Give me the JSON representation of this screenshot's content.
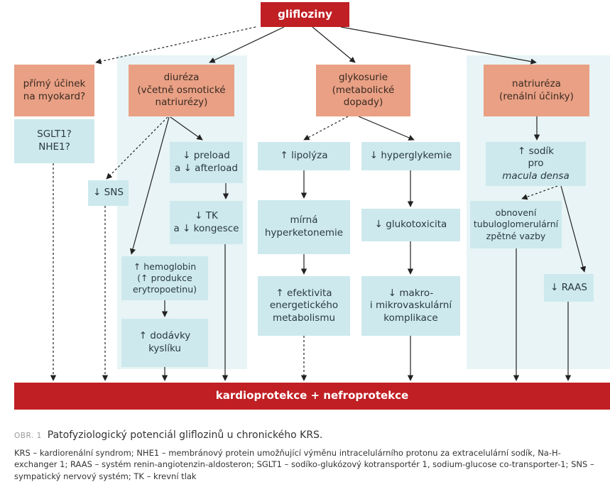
{
  "nodes": {
    "top": "glifloziny",
    "direct_1": "přímý účinek",
    "direct_2": "na myokard?",
    "sglt_1": "SGLT1?",
    "sglt_2": "NHE1?",
    "diur_1": "diuréza",
    "diur_2": "(včetně osmotické",
    "diur_3": "natriurézy)",
    "sns": "↓ SNS",
    "preload_1": "↓ preload",
    "preload_2": "a ↓ afterload",
    "tk_1": "↓ TK",
    "tk_2": "a ↓ kongesce",
    "hemo_1": "↑ hemoglobin",
    "hemo_2": "(↑ produkce",
    "hemo_3": "erytropoetinu)",
    "oxy_1": "↑ dodávky",
    "oxy_2": "kyslíku",
    "gly_1": "glykosurie",
    "gly_2": "(metabolické",
    "gly_3": "dopady)",
    "lipo": "↑ lipolýza",
    "hyper": "↓ hyperglykemie",
    "keto_1": "mírná",
    "keto_2": "hyperketonemie",
    "gluko": "↓ glukotoxicita",
    "eff_1": "↑ efektivita",
    "eff_2": "energetického",
    "eff_3": "metabolismu",
    "micro_1": "↓ makro-",
    "micro_2": "i mikrovaskulární",
    "micro_3": "komplikace",
    "natri_1": "natriuréza",
    "natri_2": "(renální účinky)",
    "sodik_1": "↑ sodík",
    "sodik_2a": "pro ",
    "sodik_2b": "macula densa",
    "tgf_1": "obnovení",
    "tgf_2": "tubuloglomerulární",
    "tgf_3": "zpětné vazby",
    "raas": "↓ RAAS",
    "bottom": "kardioprotekce + nefroprotekce"
  },
  "caption": {
    "label": "OBR. 1",
    "text": "Patofyziologický potenciál gliflozinů u chronického KRS."
  },
  "legend": {
    "krs_k": "KRS",
    "krs_v": " – kardiorenální syndrom; ",
    "nhe_k": "NHE1",
    "nhe_v": " – membránový protein umožňující výměnu intracelulárního protonu za extracelulární sodík, Na-H-exchanger 1; ",
    "raas_k": "RAAS",
    "raas_v": " – systém renin-angiotenzin-aldosteron; ",
    "sglt_k": "SGLT1",
    "sglt_v": " – sodíko-glukózový kotransportér 1, sodium-glucose co-transporter-1; ",
    "sns_k": "SNS",
    "sns_v": " – sympatický nervový systém; ",
    "tk_k": "TK",
    "tk_v": " – krevní tlak"
  },
  "colors": {
    "red": "#c01f24",
    "salmon": "#e9a084",
    "cyan": "#cde9ee",
    "panel": "#e8f4f6"
  }
}
